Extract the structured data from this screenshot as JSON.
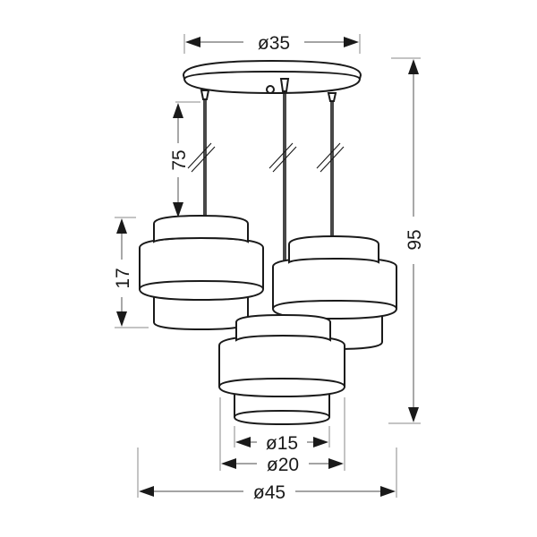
{
  "drawing": {
    "subject": "Three-light pendant lamp with tiered cylindrical shades",
    "units": "cm",
    "dimensions": {
      "canopy_diameter": "ø35",
      "cord_length": "75",
      "shade_height": "17",
      "total_height": "95",
      "shade_inner_diameter": "ø15",
      "shade_outer_diameter": "ø20",
      "total_width": "ø45"
    },
    "colors": {
      "line": "#1a1a1a",
      "dimension_line": "#6e6e6e",
      "background": "#ffffff"
    }
  }
}
